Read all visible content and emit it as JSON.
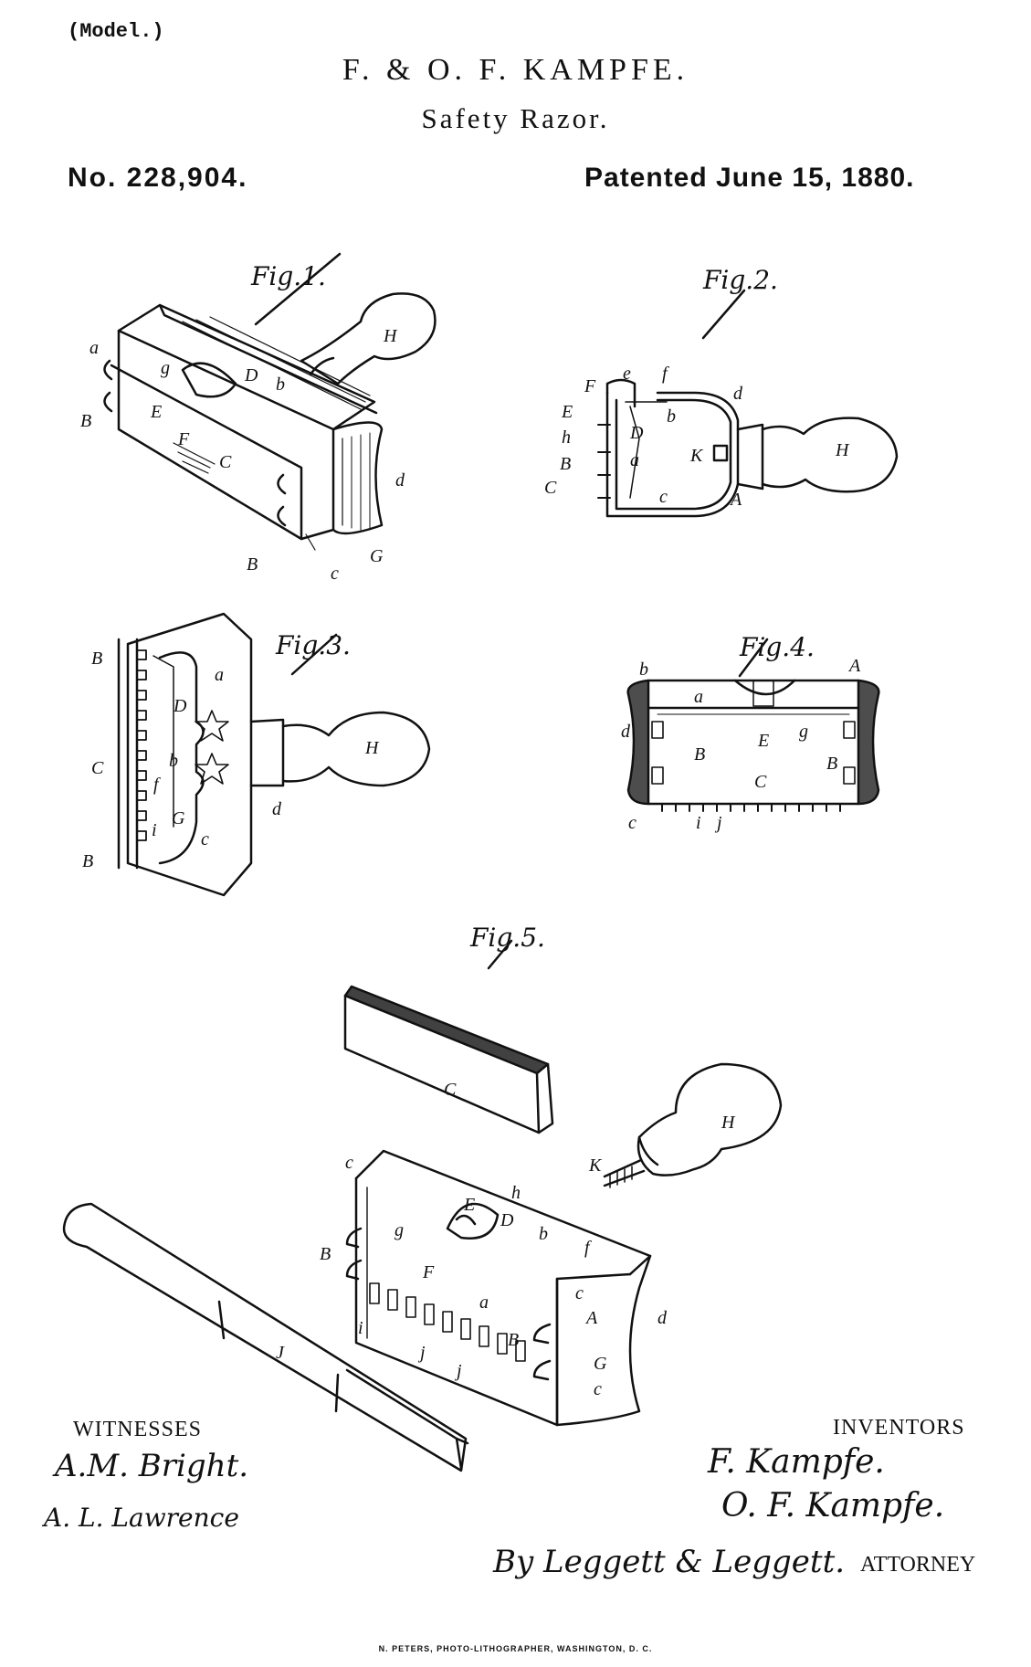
{
  "header": {
    "model": "(Model.)",
    "inventors": "F. & O. F. KAMPFE.",
    "title": "Safety Razor.",
    "patent_no": "No. 228,904.",
    "patented": "Patented June 15, 1880."
  },
  "figures": {
    "fig1": "Fig.1.",
    "fig2": "Fig.2.",
    "fig3": "Fig.3.",
    "fig4": "Fig.4.",
    "fig5": "Fig.5."
  },
  "labels": {
    "H": "H",
    "a": "a",
    "B": "B",
    "b": "b",
    "C": "C",
    "c": "c",
    "D": "D",
    "d": "d",
    "E": "E",
    "e": "e",
    "F": "F",
    "f": "f",
    "G": "G",
    "g": "g",
    "h": "h",
    "i": "i",
    "j": "j",
    "J": "J",
    "K": "K",
    "A": "A"
  },
  "footer": {
    "witnesses": "WITNESSES",
    "witness1": "A.M. Bright.",
    "witness2": "A. L. Lawrence",
    "inventors_label": "INVENTORS",
    "inventor1": "F. Kampfe.",
    "inventor2": "O. F. Kampfe.",
    "attorney_sig": "By Leggett & Leggett.",
    "attorney": "ATTORNEY",
    "printer": "N. PETERS, PHOTO-LITHOGRAPHER, WASHINGTON, D. C."
  },
  "colors": {
    "ink": "#111111",
    "paper": "#ffffff"
  }
}
